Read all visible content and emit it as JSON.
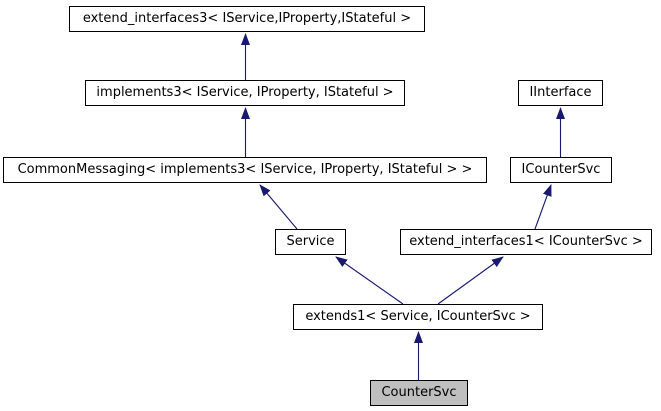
{
  "diagram": {
    "type": "class-inheritance-graph",
    "colors": {
      "background": "#ffffff",
      "arrow": "#191970",
      "node_border": "#000000",
      "node_fill": "#ffffff",
      "highlight_fill": "#bfbfbf"
    },
    "nodes": [
      {
        "id": "extend_interfaces3",
        "label": "extend_interfaces3< IService,IProperty,IStateful >",
        "highlighted": false
      },
      {
        "id": "implements3",
        "label": "implements3< IService, IProperty, IStateful >",
        "highlighted": false
      },
      {
        "id": "iinterface",
        "label": "IInterface",
        "highlighted": false
      },
      {
        "id": "common_messaging",
        "label": "CommonMessaging< implements3< IService, IProperty, IStateful > >",
        "highlighted": false
      },
      {
        "id": "icountersvc",
        "label": "ICounterSvc",
        "highlighted": false
      },
      {
        "id": "service",
        "label": "Service",
        "highlighted": false
      },
      {
        "id": "extend_interfaces1",
        "label": "extend_interfaces1< ICounterSvc >",
        "highlighted": false
      },
      {
        "id": "extends1",
        "label": "extends1< Service, ICounterSvc >",
        "highlighted": false
      },
      {
        "id": "countersvc",
        "label": "CounterSvc",
        "highlighted": true
      }
    ],
    "edges": [
      {
        "from": "implements3",
        "to": "extend_interfaces3",
        "relation": "inherits"
      },
      {
        "from": "common_messaging",
        "to": "implements3",
        "relation": "inherits"
      },
      {
        "from": "icountersvc",
        "to": "iinterface",
        "relation": "inherits"
      },
      {
        "from": "service",
        "to": "common_messaging",
        "relation": "inherits"
      },
      {
        "from": "extend_interfaces1",
        "to": "icountersvc",
        "relation": "inherits"
      },
      {
        "from": "extends1",
        "to": "service",
        "relation": "inherits"
      },
      {
        "from": "extends1",
        "to": "extend_interfaces1",
        "relation": "inherits"
      },
      {
        "from": "countersvc",
        "to": "extends1",
        "relation": "inherits"
      }
    ]
  }
}
